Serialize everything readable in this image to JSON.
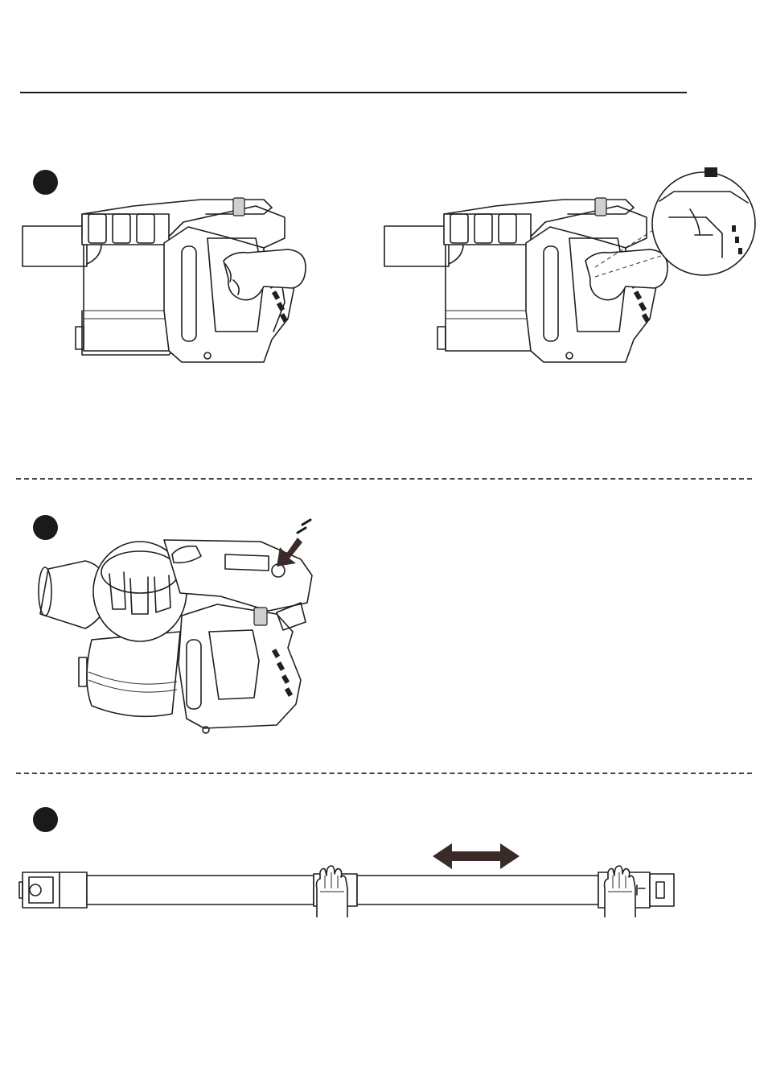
{
  "document": {
    "steps": [
      {
        "id": "step-1"
      },
      {
        "id": "step-2"
      },
      {
        "id": "step-3"
      }
    ],
    "colors": {
      "ink": "#1f1f1f",
      "background": "#ffffff",
      "arrow": "#3a2a28"
    },
    "icons": [
      "vacuum-unit-icon",
      "magnifier-callout-icon",
      "press-arrow-icon",
      "double-arrow-icon",
      "hand-icon",
      "extension-tube-icon"
    ]
  }
}
